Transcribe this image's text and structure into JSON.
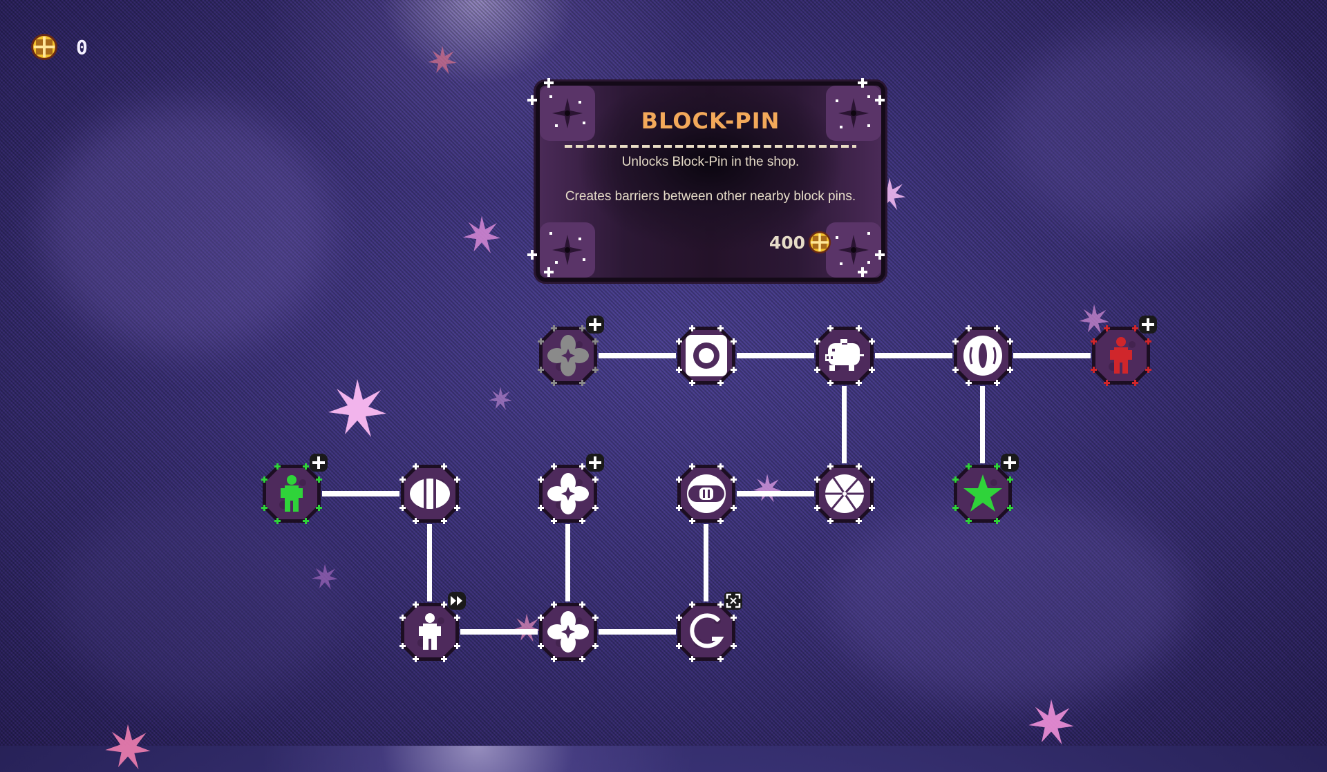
{
  "hud": {
    "currency_icon": "gold-coin-icon",
    "currency_value": "0"
  },
  "tooltip": {
    "title": "BLOCK-PIN",
    "line1": "Unlocks Block-Pin in the shop.",
    "line2": "Creates barriers between other nearby block pins.",
    "price": "400",
    "price_icon": "gold-coin-icon"
  },
  "colors": {
    "title": "#f3a95a",
    "text": "#e6dcc8",
    "node_fill": "#4e2a5c",
    "node_border": "#1c0e22",
    "unlocked_white": "#ffffff",
    "locked_gray": "#8a8a8a",
    "green": "#2fd33a",
    "red": "#d0262b",
    "coin": "#f2c12e"
  },
  "tree": {
    "nodes": [
      {
        "id": "r1c1",
        "icon": "gray-clover-icon",
        "state": "locked",
        "badge": "plus"
      },
      {
        "id": "r1c2",
        "icon": "ring-box-icon",
        "state": "unlocked",
        "badge": ""
      },
      {
        "id": "r1c3",
        "icon": "piggy-bank-icon",
        "state": "unlocked",
        "badge": ""
      },
      {
        "id": "r1c4",
        "icon": "eye-coin-icon",
        "state": "unlocked",
        "badge": ""
      },
      {
        "id": "r1c5",
        "icon": "red-person-icon",
        "state": "special-red",
        "badge": "plus"
      },
      {
        "id": "r2c1",
        "icon": "green-person-icon",
        "state": "special-green",
        "badge": "plus"
      },
      {
        "id": "r2c2",
        "icon": "split-pill-icon",
        "state": "unlocked",
        "badge": ""
      },
      {
        "id": "r2c3",
        "icon": "clover-icon",
        "state": "unlocked",
        "badge": "plus"
      },
      {
        "id": "r2c4",
        "icon": "eight-ball-icon",
        "state": "unlocked",
        "badge": ""
      },
      {
        "id": "r2c5",
        "icon": "pie-fan-icon",
        "state": "unlocked",
        "badge": ""
      },
      {
        "id": "r2c6",
        "icon": "green-star-icon",
        "state": "special-green",
        "badge": "plus"
      },
      {
        "id": "r3c1",
        "icon": "white-person-icon",
        "state": "unlocked",
        "badge": "fast-forward"
      },
      {
        "id": "r3c2",
        "icon": "clover-icon",
        "state": "unlocked",
        "badge": ""
      },
      {
        "id": "r3c3",
        "icon": "c-ring-icon",
        "state": "unlocked",
        "badge": "expand"
      }
    ]
  }
}
